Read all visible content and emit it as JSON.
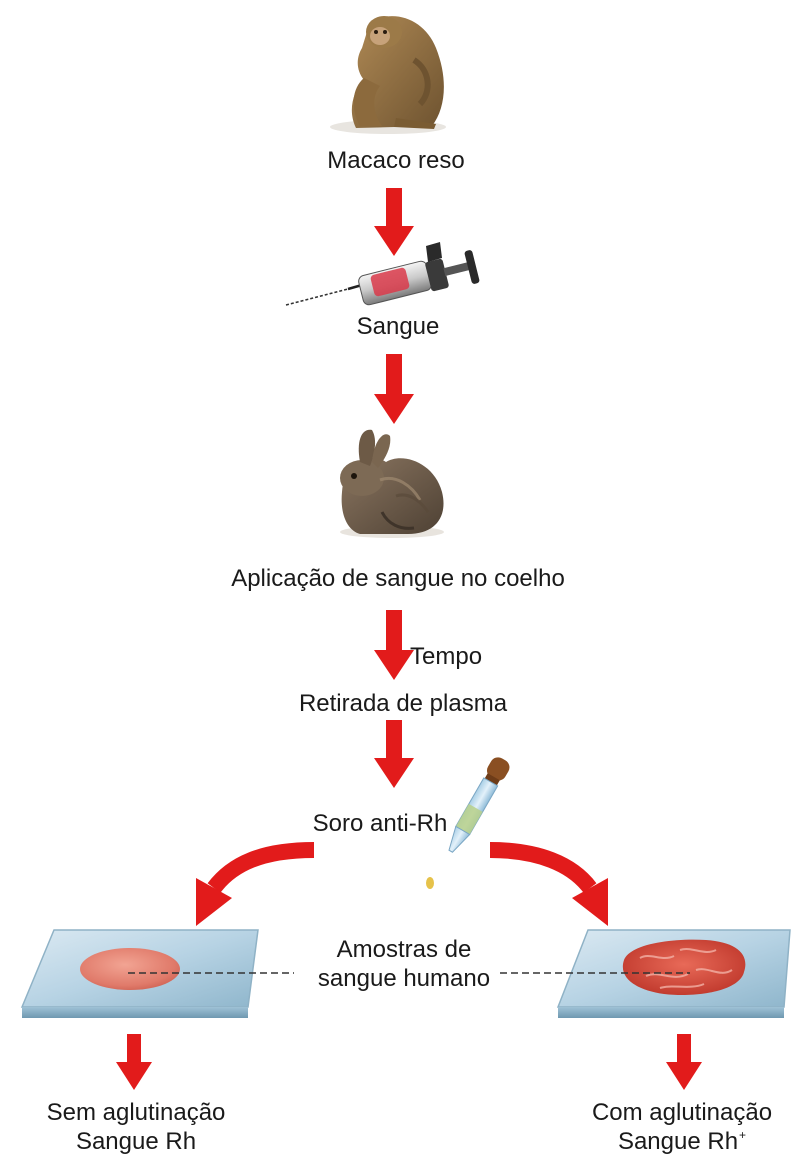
{
  "labels": {
    "monkey": "Macaco reso",
    "syringe": "Sangue",
    "rabbit": "Aplicação de sangue no coelho",
    "time": "Tempo",
    "plasma": "Retirada de plasma",
    "serum": "Soro anti-Rh",
    "samples_line1": "Amostras de",
    "samples_line2": "sangue humano",
    "left_result_line1": "Sem aglutinação",
    "left_result_line2": "Sangue Rh",
    "right_result_line1": "Com aglutinação",
    "right_result_line2": "Sangue Rh",
    "right_result_superscript": "+"
  },
  "colors": {
    "arrow": "#e21b1b",
    "text": "#1a1a1a",
    "slide": "#bcd6e6",
    "blood_smooth": "#e07a6a",
    "blood_clumped": "#d9473a"
  },
  "icons": [
    "monkey-icon",
    "syringe-icon",
    "rabbit-icon",
    "dropper-icon",
    "glass-slide-icon"
  ]
}
